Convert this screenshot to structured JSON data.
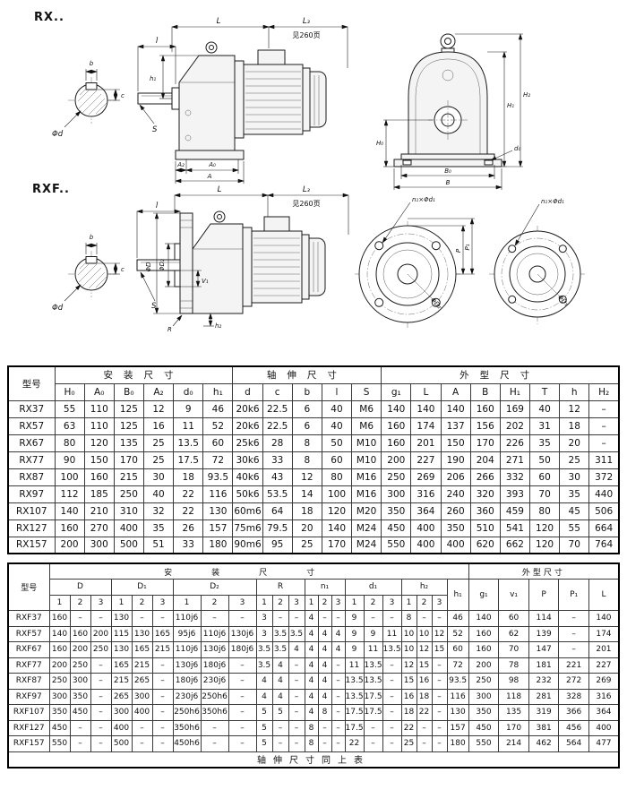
{
  "page": {
    "background": "#ffffff",
    "ink": "#111111"
  },
  "drawings": {
    "rx_label": "RX..",
    "rxf_label": "RXF..",
    "see_page_note": "见260页",
    "dims": {
      "L": "L",
      "L3": "L₃",
      "l": "l",
      "b": "b",
      "c": "c",
      "phi_d": "Φd",
      "S": "S",
      "A": "A",
      "A0": "A₀",
      "A2": "A₂",
      "h1": "h₁",
      "H0": "H₀",
      "H1": "H₁",
      "H2": "H₂",
      "B": "B",
      "B0": "B₀",
      "d0": "d₀",
      "phi_D": "ΦD",
      "phi_D1": "ΦD₁",
      "phi_D2": "ΦD₂",
      "V1": "V₁",
      "R": "R",
      "h2": "h₂",
      "n1_phi_d1": "n₁×Φd₁",
      "P": "P",
      "P1": "P₁"
    }
  },
  "table1": {
    "model_header": "型号",
    "group_install": "安装尺寸",
    "group_shaft": "轴伸尺寸",
    "group_outline": "外型尺寸",
    "columns": [
      "H₀",
      "A₀",
      "B₀",
      "A₂",
      "d₀",
      "h₁",
      "d",
      "c",
      "b",
      "l",
      "S",
      "g₁",
      "L",
      "A",
      "B",
      "H₁",
      "T",
      "h",
      "H₂"
    ],
    "rows": [
      {
        "model": "RX37",
        "values": [
          "55",
          "110",
          "125",
          "12",
          "9",
          "46",
          "20k6",
          "22.5",
          "6",
          "40",
          "M6",
          "140",
          "140",
          "140",
          "160",
          "169",
          "40",
          "12",
          "–"
        ]
      },
      {
        "model": "RX57",
        "values": [
          "63",
          "110",
          "125",
          "16",
          "11",
          "52",
          "20k6",
          "22.5",
          "6",
          "40",
          "M6",
          "160",
          "174",
          "137",
          "156",
          "202",
          "31",
          "18",
          "–"
        ]
      },
      {
        "model": "RX67",
        "values": [
          "80",
          "120",
          "135",
          "25",
          "13.5",
          "60",
          "25k6",
          "28",
          "8",
          "50",
          "M10",
          "160",
          "201",
          "150",
          "170",
          "226",
          "35",
          "20",
          "–"
        ]
      },
      {
        "model": "RX77",
        "values": [
          "90",
          "150",
          "170",
          "25",
          "17.5",
          "72",
          "30k6",
          "33",
          "8",
          "60",
          "M10",
          "200",
          "227",
          "190",
          "204",
          "271",
          "50",
          "25",
          "311"
        ]
      },
      {
        "model": "RX87",
        "values": [
          "100",
          "160",
          "215",
          "30",
          "18",
          "93.5",
          "40k6",
          "43",
          "12",
          "80",
          "M16",
          "250",
          "269",
          "206",
          "266",
          "332",
          "60",
          "30",
          "372"
        ]
      },
      {
        "model": "RX97",
        "values": [
          "112",
          "185",
          "250",
          "40",
          "22",
          "116",
          "50k6",
          "53.5",
          "14",
          "100",
          "M16",
          "300",
          "316",
          "240",
          "320",
          "393",
          "70",
          "35",
          "440"
        ]
      },
      {
        "model": "RX107",
        "values": [
          "140",
          "210",
          "310",
          "32",
          "22",
          "130",
          "60m6",
          "64",
          "18",
          "120",
          "M20",
          "350",
          "364",
          "260",
          "360",
          "459",
          "80",
          "45",
          "506"
        ]
      },
      {
        "model": "RX127",
        "values": [
          "160",
          "270",
          "400",
          "35",
          "26",
          "157",
          "75m6",
          "79.5",
          "20",
          "140",
          "M24",
          "450",
          "400",
          "350",
          "510",
          "541",
          "120",
          "55",
          "664"
        ]
      },
      {
        "model": "RX157",
        "values": [
          "200",
          "300",
          "500",
          "51",
          "33",
          "180",
          "90m6",
          "95",
          "25",
          "170",
          "M24",
          "550",
          "400",
          "400",
          "620",
          "662",
          "120",
          "70",
          "764"
        ]
      }
    ]
  },
  "table2": {
    "model_header": "型号",
    "group_install": "安装尺寸",
    "group_outline": "外型尺寸",
    "groups": [
      "D",
      "D₁",
      "D₂",
      "R",
      "n₁",
      "d₁",
      "h₂"
    ],
    "sub_columns": [
      "1",
      "2",
      "3"
    ],
    "h1_header": "h₁",
    "outline_columns": [
      "g₁",
      "v₁",
      "P",
      "P₁",
      "L"
    ],
    "footer": "轴伸尺寸同上表",
    "rows": [
      {
        "model": "RXF37",
        "values": [
          "160",
          "–",
          "–",
          "130",
          "–",
          "–",
          "110j6",
          "–",
          "–",
          "3",
          "–",
          "–",
          "4",
          "–",
          "–",
          "9",
          "–",
          "–",
          "8",
          "–",
          "–",
          "46",
          "140",
          "60",
          "114",
          "–",
          "140"
        ]
      },
      {
        "model": "RXF57",
        "values": [
          "140",
          "160",
          "200",
          "115",
          "130",
          "165",
          "95j6",
          "110j6",
          "130j6",
          "3",
          "3.5",
          "3.5",
          "4",
          "4",
          "4",
          "9",
          "9",
          "11",
          "10",
          "10",
          "12",
          "52",
          "160",
          "62",
          "139",
          "–",
          "174"
        ]
      },
      {
        "model": "RXF67",
        "values": [
          "160",
          "200",
          "250",
          "130",
          "165",
          "215",
          "110j6",
          "130j6",
          "180j6",
          "3.5",
          "3.5",
          "4",
          "4",
          "4",
          "4",
          "9",
          "11",
          "13.5",
          "10",
          "12",
          "15",
          "60",
          "160",
          "70",
          "147",
          "–",
          "201"
        ]
      },
      {
        "model": "RXF77",
        "values": [
          "200",
          "250",
          "–",
          "165",
          "215",
          "–",
          "130j6",
          "180j6",
          "–",
          "3.5",
          "4",
          "–",
          "4",
          "4",
          "–",
          "11",
          "13.5",
          "–",
          "12",
          "15",
          "–",
          "72",
          "200",
          "78",
          "181",
          "221",
          "227"
        ]
      },
      {
        "model": "RXF87",
        "values": [
          "250",
          "300",
          "–",
          "215",
          "265",
          "–",
          "180j6",
          "230j6",
          "–",
          "4",
          "4",
          "–",
          "4",
          "4",
          "–",
          "13.5",
          "13.5",
          "–",
          "15",
          "16",
          "–",
          "93.5",
          "250",
          "98",
          "232",
          "272",
          "269"
        ]
      },
      {
        "model": "RXF97",
        "values": [
          "300",
          "350",
          "–",
          "265",
          "300",
          "–",
          "230j6",
          "250h6",
          "–",
          "4",
          "4",
          "–",
          "4",
          "4",
          "–",
          "13.5",
          "17.5",
          "–",
          "16",
          "18",
          "–",
          "116",
          "300",
          "118",
          "281",
          "328",
          "316"
        ]
      },
      {
        "model": "RXF107",
        "values": [
          "350",
          "450",
          "–",
          "300",
          "400",
          "–",
          "250h6",
          "350h6",
          "–",
          "5",
          "5",
          "–",
          "4",
          "8",
          "–",
          "17.5",
          "17.5",
          "–",
          "18",
          "22",
          "–",
          "130",
          "350",
          "135",
          "319",
          "366",
          "364"
        ]
      },
      {
        "model": "RXF127",
        "values": [
          "450",
          "–",
          "–",
          "400",
          "–",
          "–",
          "350h6",
          "–",
          "–",
          "5",
          "–",
          "–",
          "8",
          "–",
          "–",
          "17.5",
          "–",
          "–",
          "22",
          "–",
          "–",
          "157",
          "450",
          "170",
          "381",
          "456",
          "400"
        ]
      },
      {
        "model": "RXF157",
        "values": [
          "550",
          "–",
          "–",
          "500",
          "–",
          "–",
          "450h6",
          "–",
          "–",
          "5",
          "–",
          "–",
          "8",
          "–",
          "–",
          "22",
          "–",
          "–",
          "25",
          "–",
          "–",
          "180",
          "550",
          "214",
          "462",
          "564",
          "477"
        ]
      }
    ]
  }
}
